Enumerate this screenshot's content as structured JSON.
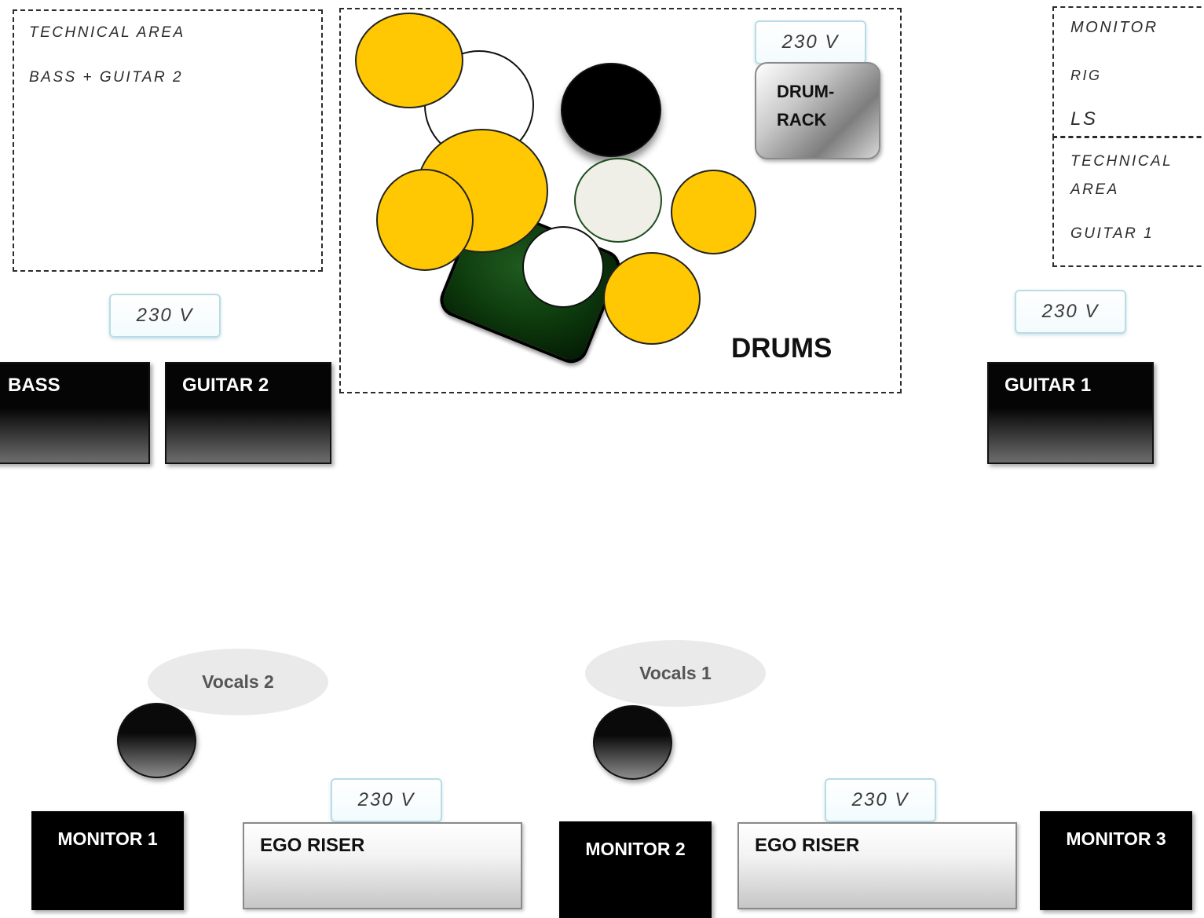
{
  "technical_area_left": {
    "line1": "TECHNICAL AREA",
    "line2": "BASS + GUITAR 2"
  },
  "monitor_rig": {
    "line1": "MONITOR",
    "line2": "RIG",
    "line3": "LS"
  },
  "technical_area_right": {
    "line1": "TECHNICAL",
    "line2": "AREA",
    "line3": "GUITAR 1"
  },
  "power_label": "230 V",
  "drums": {
    "label": "DRUMS",
    "rack_label": "DRUM-\nRACK"
  },
  "amps": {
    "bass": "BASS",
    "guitar2": "GUITAR 2",
    "guitar1": "GUITAR 1"
  },
  "vocals": {
    "vocals2": "Vocals 2",
    "vocals1": "Vocals 1"
  },
  "monitors": {
    "m1": "MONITOR 1",
    "m2": "MONITOR 2",
    "m3": "MONITOR 3"
  },
  "risers": {
    "left": "EGO RISER",
    "right": "EGO RISER"
  },
  "colors": {
    "cymbal": "#ffc803",
    "drum_riser": "#0d3a0d",
    "power_border": "#b8dde6",
    "bubble": "#eaeaea"
  }
}
